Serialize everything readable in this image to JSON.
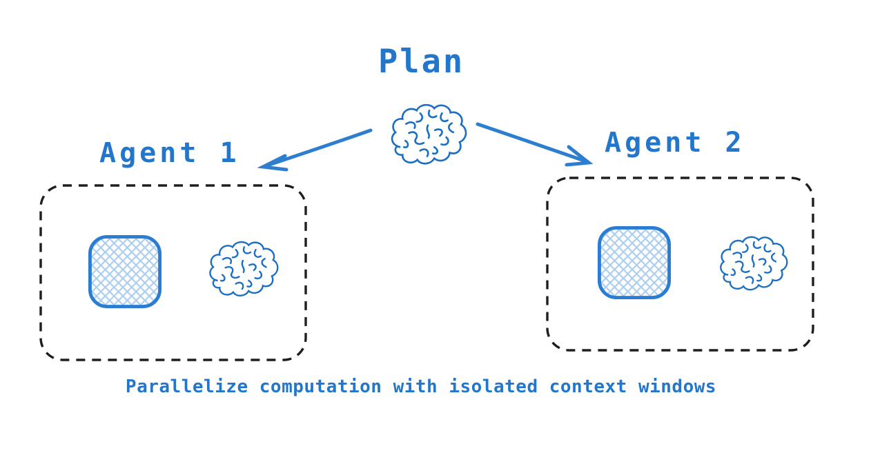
{
  "diagram": {
    "title": "Plan",
    "caption": "Parallelize computation with isolated context windows",
    "agents": [
      {
        "label": "Agent 1",
        "icons": [
          "context-window-icon",
          "brain-icon"
        ]
      },
      {
        "label": "Agent 2",
        "icons": [
          "context-window-icon",
          "brain-icon"
        ]
      }
    ],
    "plan_icon": "brain-icon",
    "arrows": [
      {
        "name": "arrow-to-agent-1",
        "from": "plan-brain",
        "to": "agent-1-label"
      },
      {
        "name": "arrow-to-agent-2",
        "from": "plan-brain",
        "to": "agent-2-label"
      }
    ],
    "colors": {
      "accent_blue": "#2277cc",
      "arrow_blue": "#2e7ed0",
      "brain_stroke_blue": "#1d6fc2",
      "window_border_blue": "#2b7cd3",
      "hatch_light_blue": "#aacdf0",
      "sketch_black": "#1e1e1e",
      "background": "#ffffff"
    }
  }
}
